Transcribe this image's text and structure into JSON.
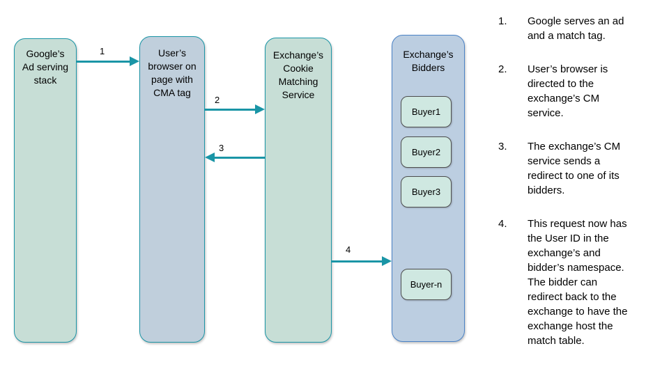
{
  "diagram": {
    "columns": [
      {
        "id": "google-ad-serving-stack",
        "label": "Google’s\nAd serving\nstack"
      },
      {
        "id": "users-browser",
        "label": "User’s\nbrowser on\npage with\nCMA tag"
      },
      {
        "id": "exchange-cookie-matching-service",
        "label": "Exchange’s\nCookie\nMatching\nService"
      },
      {
        "id": "exchange-bidders",
        "label": "Exchange’s\nBidders",
        "buyers": [
          {
            "label": "Buyer1"
          },
          {
            "label": "Buyer2"
          },
          {
            "label": "Buyer3"
          },
          {
            "label": "Buyer-n"
          }
        ]
      }
    ],
    "arrows": [
      {
        "label": "1",
        "from": "google-ad-serving-stack",
        "to": "users-browser"
      },
      {
        "label": "2",
        "from": "users-browser",
        "to": "exchange-cookie-matching-service"
      },
      {
        "label": "3",
        "from": "exchange-cookie-matching-service",
        "to": "users-browser"
      },
      {
        "label": "4",
        "from": "exchange-cookie-matching-service",
        "to": "exchange-bidders"
      }
    ],
    "colors": {
      "green_fill": "#c7ded6",
      "blue_fill": "#c0cfdc",
      "bidders_fill": "#bccee1",
      "teal_border": "#1a95a6",
      "blue_border": "#4a82c6",
      "buyer_fill": "#cfe8e1",
      "buyer_border": "#4d4d4d",
      "arrow": "#1a95a6"
    }
  },
  "steps": [
    {
      "num": "1.",
      "text": "Google serves an ad\nand a match tag."
    },
    {
      "num": "2.",
      "text": "User’s browser is\ndirected to the\nexchange’s CM\nservice."
    },
    {
      "num": "3.",
      "text": "The exchange’s CM\nservice sends a\nredirect to one of its\nbidders."
    },
    {
      "num": "4.",
      "text": "This request now has\nthe User ID in the\nexchange’s and\nbidder’s namespace.\nThe bidder can\nredirect back to the\nexchange to have the\nexchange host the\nmatch table."
    }
  ]
}
